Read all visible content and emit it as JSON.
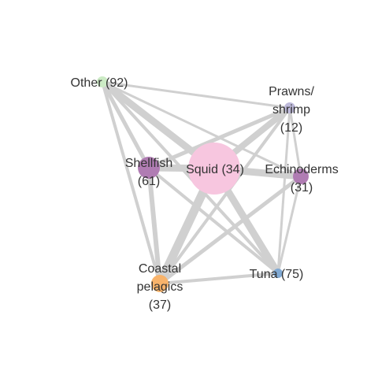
{
  "nodes": [
    {
      "id": "other",
      "label_lines": [
        "Other (92)"
      ],
      "color": "#ccebc5"
    },
    {
      "id": "prawns",
      "label_lines": [
        "Prawns/",
        "shrimp",
        "(12)"
      ],
      "color": "#bebada"
    },
    {
      "id": "shellfish",
      "label_lines": [
        "Shellfish",
        "(61)"
      ],
      "color": "#b07cb3"
    },
    {
      "id": "squid",
      "label_lines": [
        "Squid (34)"
      ],
      "color": "#f7c6df"
    },
    {
      "id": "echinoderms",
      "label_lines": [
        "Echinoderms",
        "(31)"
      ],
      "color": "#b07cb3"
    },
    {
      "id": "tuna",
      "label_lines": [
        "Tuna (75)"
      ],
      "color": "#80a9d3"
    },
    {
      "id": "coastal",
      "label_lines": [
        "Coastal",
        "pelagics",
        "(37)"
      ],
      "color": "#f8b36b"
    }
  ],
  "edges": [
    {
      "source": "other",
      "target": "squid",
      "weight": 9
    },
    {
      "source": "other",
      "target": "shellfish",
      "weight": 5
    },
    {
      "source": "other",
      "target": "prawns",
      "weight": 3
    },
    {
      "source": "other",
      "target": "echinoderms",
      "weight": 3
    },
    {
      "source": "other",
      "target": "coastal",
      "weight": 4
    },
    {
      "source": "other",
      "target": "tuna",
      "weight": 4
    },
    {
      "source": "squid",
      "target": "shellfish",
      "weight": 9
    },
    {
      "source": "squid",
      "target": "prawns",
      "weight": 8
    },
    {
      "source": "squid",
      "target": "echinoderms",
      "weight": 9
    },
    {
      "source": "squid",
      "target": "coastal",
      "weight": 11
    },
    {
      "source": "squid",
      "target": "tuna",
      "weight": 9
    },
    {
      "source": "shellfish",
      "target": "prawns",
      "weight": 5
    },
    {
      "source": "shellfish",
      "target": "echinoderms",
      "weight": 4
    },
    {
      "source": "shellfish",
      "target": "coastal",
      "weight": 6
    },
    {
      "source": "shellfish",
      "target": "tuna",
      "weight": 4
    },
    {
      "source": "prawns",
      "target": "echinoderms",
      "weight": 3
    },
    {
      "source": "prawns",
      "target": "coastal",
      "weight": 4
    },
    {
      "source": "prawns",
      "target": "tuna",
      "weight": 3
    },
    {
      "source": "echinoderms",
      "target": "coastal",
      "weight": 5
    },
    {
      "source": "echinoderms",
      "target": "tuna",
      "weight": 3
    },
    {
      "source": "coastal",
      "target": "tuna",
      "weight": 4
    }
  ]
}
